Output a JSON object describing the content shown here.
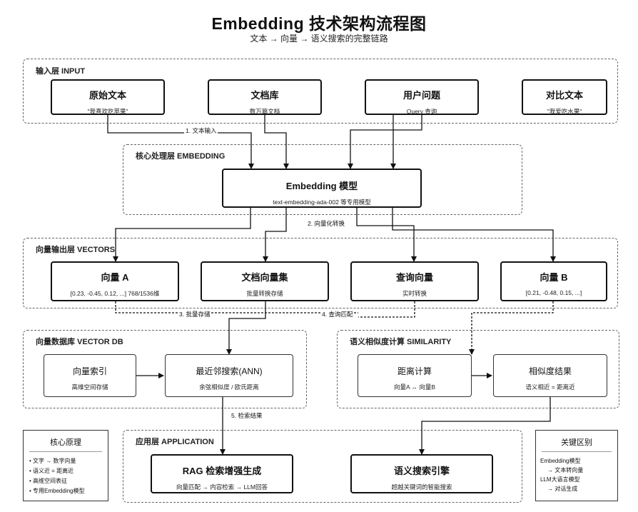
{
  "title": "Embedding 技术架构流程图",
  "subtitle": "文本 → 向量 → 语义搜索的完整链路",
  "groups": {
    "input": "输入层 INPUT",
    "embedding": "核心处理层 EMBEDDING",
    "vectors": "向量输出层 VECTORS",
    "vectordb": "向量数据库 VECTOR DB",
    "similarity": "语义相似度计算 SIMILARITY",
    "application": "应用层 APPLICATION"
  },
  "nodes": {
    "raw_text": {
      "title": "原始文本",
      "sub": "\"我喜欢吃苹果\""
    },
    "doc_lib": {
      "title": "文档库",
      "sub": "数万篇文档"
    },
    "user_q": {
      "title": "用户问题",
      "sub": "Query 查询"
    },
    "cmp_text": {
      "title": "对比文本",
      "sub": "\"我爱吃水果\""
    },
    "embed_model": {
      "title": "Embedding 模型",
      "sub": "text-embedding-ada-002 等专用模型"
    },
    "vec_a": {
      "title": "向量 A",
      "sub": "[0.23, -0.45, 0.12, ...] 768/1536维"
    },
    "doc_vecs": {
      "title": "文档向量集",
      "sub": "批量转换存储"
    },
    "query_vec": {
      "title": "查询向量",
      "sub": "实时转换"
    },
    "vec_b": {
      "title": "向量 B",
      "sub": "[0.21, -0.48, 0.15, ...]"
    },
    "vec_index": {
      "title": "向量索引",
      "sub": "高维空间存储"
    },
    "ann": {
      "title": "最近邻搜索(ANN)",
      "sub": "余弦相似度 / 欧氏距离"
    },
    "distance": {
      "title": "距离计算",
      "sub": "向量A ↔ 向量B"
    },
    "sim_result": {
      "title": "相似度结果",
      "sub": "语义相近 = 距离近"
    },
    "rag": {
      "title": "RAG 检索增强生成",
      "sub": "向量匹配 → 内容检索 → LLM回答"
    },
    "semantic_search": {
      "title": "语义搜索引擎",
      "sub": "超越关键词的智能搜索"
    }
  },
  "edge_labels": {
    "e1": "1. 文本输入",
    "e2": "2. 向量化转换",
    "e3": "3. 批量存储",
    "e4": "4. 查询匹配",
    "e5": "5. 检索结果"
  },
  "notes": {
    "principles": {
      "title": "核心原理",
      "items": [
        "• 文字 → 数字向量",
        "• 语义近 = 距离近",
        "• 高维空间表征",
        "• 专用Embedding模型"
      ]
    },
    "differences": {
      "title": "关键区别",
      "items": [
        "Embedding模型",
        "→ 文本转向量",
        "LLM大语言模型",
        "→ 对话生成"
      ]
    }
  }
}
